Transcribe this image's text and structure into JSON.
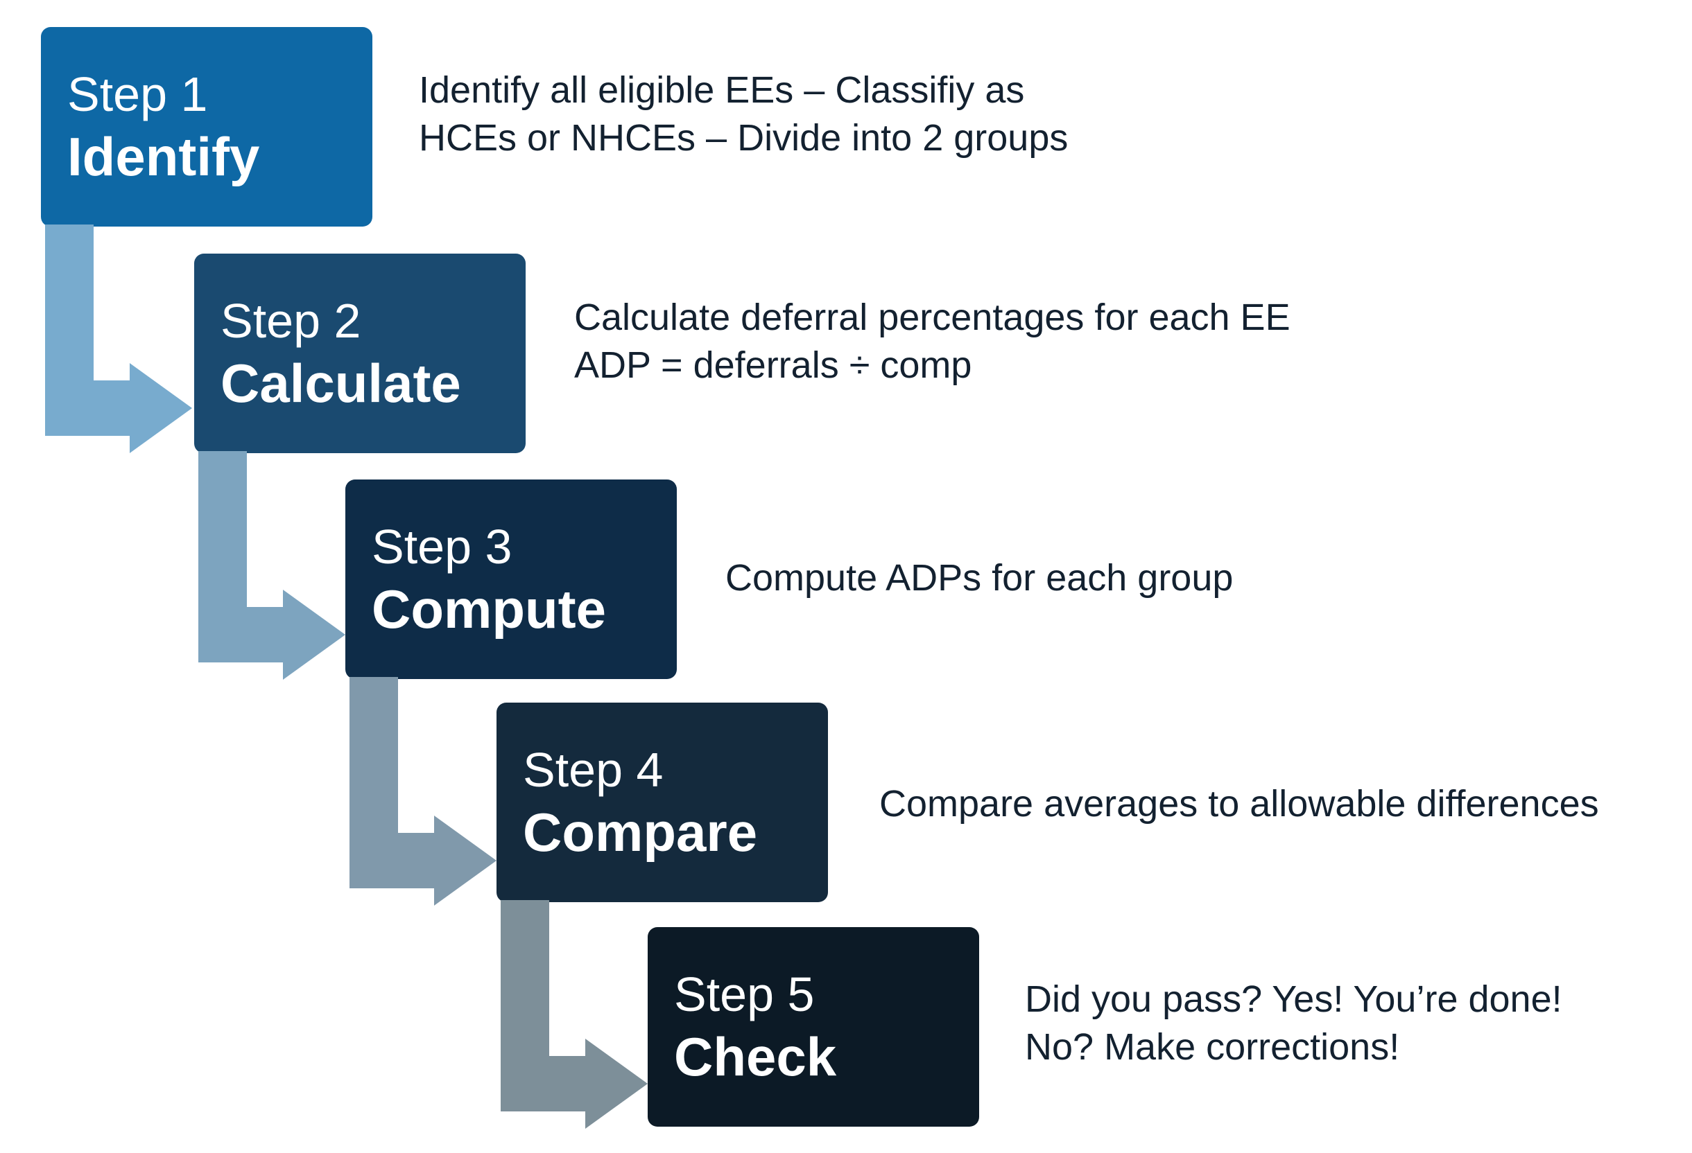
{
  "colors": {
    "background": "#ffffff",
    "box_text": "#ffffff",
    "description_text": "#132130"
  },
  "steps": [
    {
      "label": "Step 1",
      "name": "Identify",
      "desc_lines": [
        "Identify all eligible EEs – Classifiy as",
        "HCEs or NHCEs – Divide into 2 groups"
      ],
      "box_color": "#0e68a5",
      "arrow_color": "#78abce"
    },
    {
      "label": "Step 2",
      "name": "Calculate",
      "desc_lines": [
        "Calculate deferral percentages for each EE",
        "ADP = deferrals ÷ comp"
      ],
      "box_color": "#1a4a70",
      "arrow_color": "#7da4bf"
    },
    {
      "label": "Step 3",
      "name": "Compute",
      "desc_lines": [
        "Compute ADPs for each group"
      ],
      "box_color": "#0e2c48",
      "arrow_color": "#8099ab"
    },
    {
      "label": "Step 4",
      "name": "Compare",
      "desc_lines": [
        "Compare averages to allowable differences"
      ],
      "box_color": "#142a3d",
      "arrow_color": "#7d8f99"
    },
    {
      "label": "Step 5",
      "name": "Check",
      "desc_lines": [
        "Did you pass? Yes! You’re done!",
        "No? Make corrections!"
      ],
      "box_color": "#0c1a26"
    }
  ]
}
